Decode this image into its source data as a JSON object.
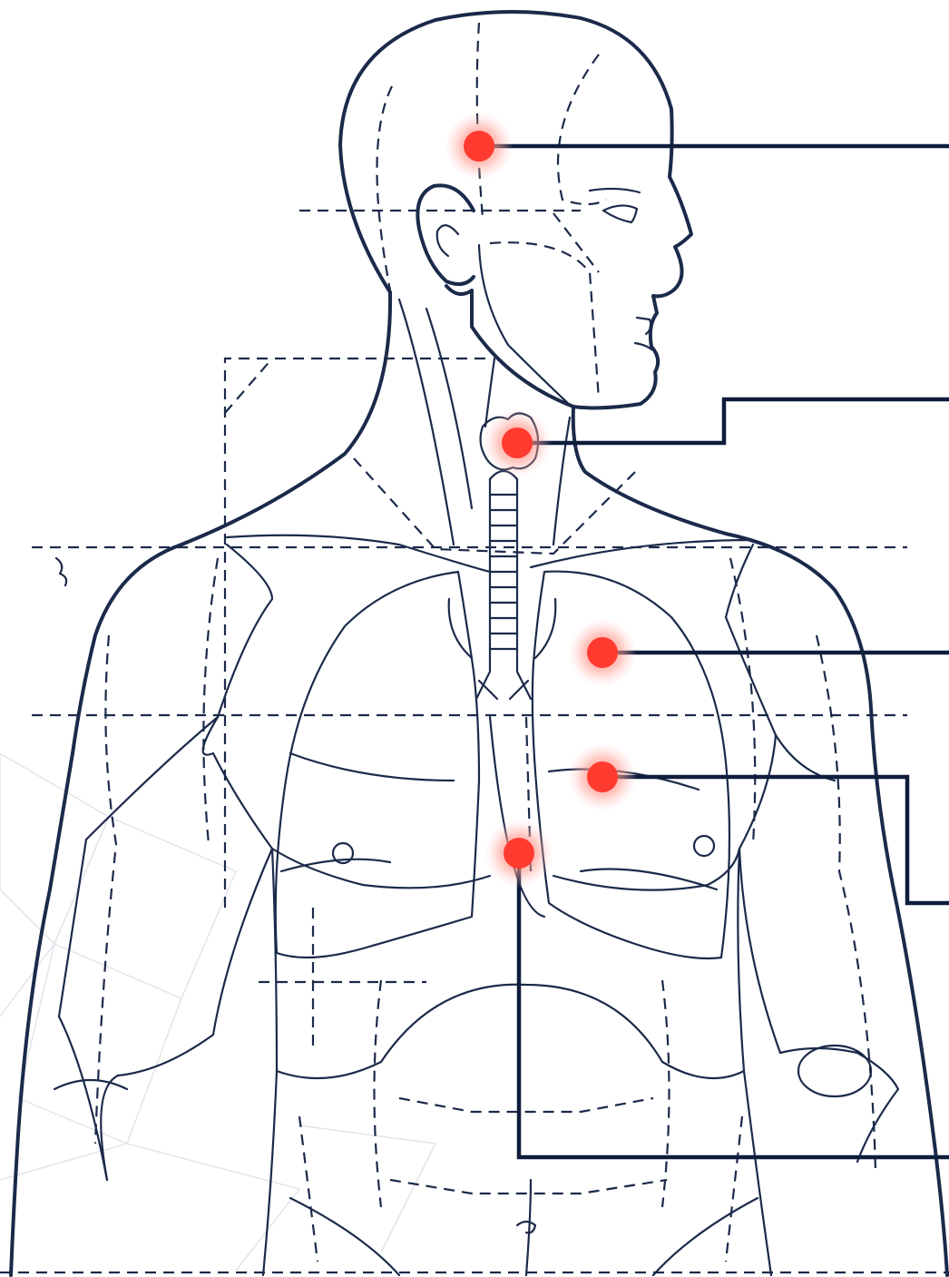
{
  "colors": {
    "outline": "#1b2a4a",
    "leader": "#0f1d3c",
    "marker": "#ff3b30",
    "marker_halo": "#ff8a80",
    "background": "#ffffff"
  },
  "markers": [
    {
      "id": "head",
      "icon": "red-dot-marker"
    },
    {
      "id": "throat",
      "icon": "red-dot-marker"
    },
    {
      "id": "upper-chest",
      "icon": "red-dot-marker"
    },
    {
      "id": "mid-chest",
      "icon": "red-dot-marker"
    },
    {
      "id": "sternum",
      "icon": "red-dot-marker"
    }
  ]
}
